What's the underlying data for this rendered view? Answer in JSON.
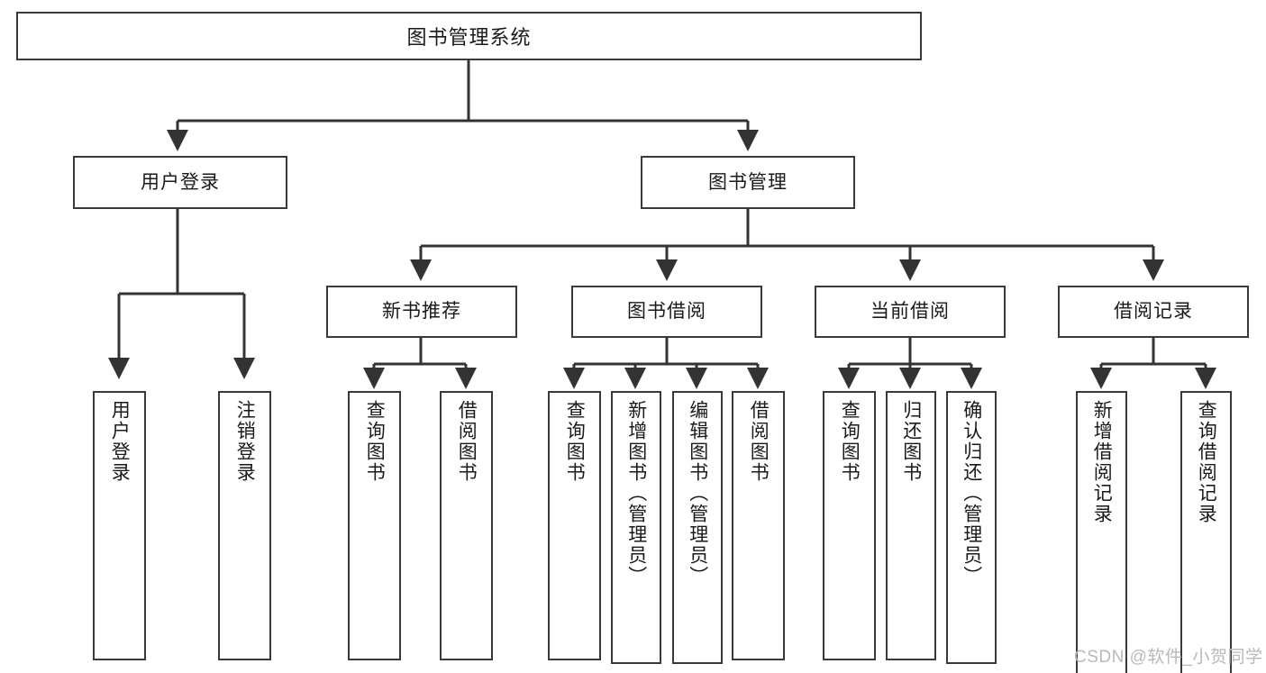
{
  "diagram": {
    "type": "tree",
    "title": "图书管理系统",
    "watermark": "CSDN @软件_小贺同学",
    "nodes": {
      "root": {
        "label": "图书管理系统",
        "level": 0
      },
      "user_login": {
        "label": "用户登录",
        "level": 1
      },
      "book_mgmt": {
        "label": "图书管理",
        "level": 1
      },
      "new_book_rec": {
        "label": "新书推荐",
        "level": 2
      },
      "book_borrow": {
        "label": "图书借阅",
        "level": 2
      },
      "current_borrow": {
        "label": "当前借阅",
        "level": 2
      },
      "borrow_record": {
        "label": "借阅记录",
        "level": 2
      },
      "leaf_user_login": {
        "label": "用户登录",
        "level": 2
      },
      "leaf_logout": {
        "label": "注销登录",
        "level": 2
      },
      "leaf_query_book_1": {
        "label": "查询图书",
        "level": 3
      },
      "leaf_borrow_book_1": {
        "label": "借阅图书",
        "level": 3
      },
      "leaf_query_book_2": {
        "label": "查询图书",
        "level": 3
      },
      "leaf_add_book": {
        "label": "新增图书（管理员）",
        "level": 3
      },
      "leaf_edit_book": {
        "label": "编辑图书（管理员）",
        "level": 3
      },
      "leaf_borrow_book_2": {
        "label": "借阅图书",
        "level": 3
      },
      "leaf_query_book_3": {
        "label": "查询图书",
        "level": 3
      },
      "leaf_return_book": {
        "label": "归还图书",
        "level": 3
      },
      "leaf_confirm_return": {
        "label": "确认归还（管理员）",
        "level": 3
      },
      "leaf_add_record": {
        "label": "新增借阅记录",
        "level": 3
      },
      "leaf_query_record": {
        "label": "查询借阅记录",
        "level": 3
      }
    },
    "edges": [
      {
        "from": "root",
        "to": "user_login"
      },
      {
        "from": "root",
        "to": "book_mgmt"
      },
      {
        "from": "user_login",
        "to": "leaf_user_login"
      },
      {
        "from": "user_login",
        "to": "leaf_logout"
      },
      {
        "from": "book_mgmt",
        "to": "new_book_rec"
      },
      {
        "from": "book_mgmt",
        "to": "book_borrow"
      },
      {
        "from": "book_mgmt",
        "to": "current_borrow"
      },
      {
        "from": "book_mgmt",
        "to": "borrow_record"
      },
      {
        "from": "new_book_rec",
        "to": "leaf_query_book_1"
      },
      {
        "from": "new_book_rec",
        "to": "leaf_borrow_book_1"
      },
      {
        "from": "book_borrow",
        "to": "leaf_query_book_2"
      },
      {
        "from": "book_borrow",
        "to": "leaf_add_book"
      },
      {
        "from": "book_borrow",
        "to": "leaf_edit_book"
      },
      {
        "from": "book_borrow",
        "to": "leaf_borrow_book_2"
      },
      {
        "from": "current_borrow",
        "to": "leaf_query_book_3"
      },
      {
        "from": "current_borrow",
        "to": "leaf_return_book"
      },
      {
        "from": "current_borrow",
        "to": "leaf_confirm_return"
      },
      {
        "from": "borrow_record",
        "to": "leaf_add_record"
      },
      {
        "from": "borrow_record",
        "to": "leaf_query_record"
      }
    ],
    "colors": {
      "box_border": "#3a3a3a",
      "box_fill": "#ffffff",
      "edge": "#333333",
      "text": "#1a1a1a",
      "watermark": "#b9b9b9"
    }
  }
}
